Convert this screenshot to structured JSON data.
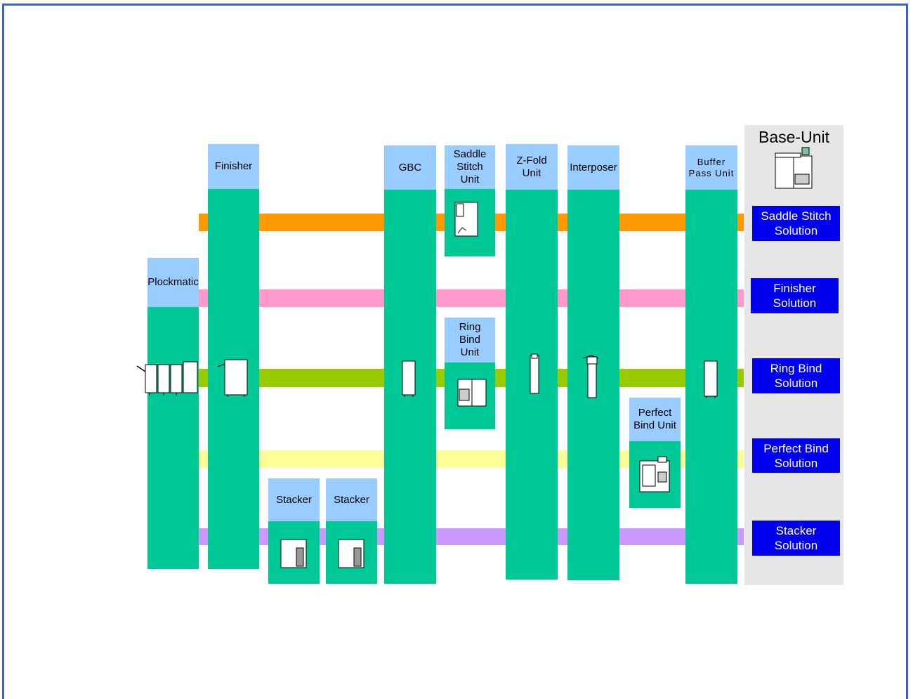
{
  "base_unit": {
    "title": "Base-Unit"
  },
  "modules": {
    "plockmatic": "Plockmatic",
    "finisher": "Finisher",
    "stacker_1": "Stacker",
    "stacker_2": "Stacker",
    "gbc": "GBC",
    "saddle_stitch_unit": "Saddle\nStitch\nUnit",
    "ring_bind_unit": "Ring\nBind\nUnit",
    "z_fold_unit": "Z-Fold\nUnit",
    "interposer": "Interposer",
    "perfect_bind_unit": "Perfect\nBind Unit",
    "buffer_pass_unit": "Buffer\nPass Unit"
  },
  "solutions": [
    {
      "label": "Saddle Stitch\nSolution",
      "color": "#ff9900"
    },
    {
      "label": "Finisher\nSolution",
      "color": "#ff99cc"
    },
    {
      "label": "Ring Bind\nSolution",
      "color": "#99cc00"
    },
    {
      "label": "Perfect Bind\nSolution",
      "color": "#ffff99"
    },
    {
      "label": "Stacker\nSolution",
      "color": "#cc99ff"
    }
  ],
  "colors": {
    "module": "#00c896",
    "module_label": "#99ccff",
    "solution_box": "#0000ee",
    "frame": "#3a5fe0",
    "base_panel": "#e6e6e6"
  }
}
